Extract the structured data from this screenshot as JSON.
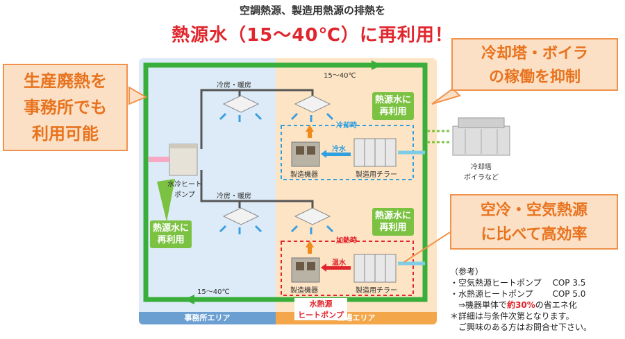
{
  "headline": {
    "sub": "空調熱源、製造用熱源の排熱を",
    "main": "熱源水（15～40℃）に再利用！"
  },
  "callouts": {
    "left": "生産廃熱を\n事務所でも\n利用可能",
    "top_right": "冷却塔・ボイラ\nの稼働を抑制",
    "mid_right": "空冷・空気熱源\nに比べて高効率"
  },
  "diagram": {
    "temp_top": "15～40℃",
    "temp_bottom": "15～40℃",
    "hvac_top": "冷房・暖房",
    "hvac_bottom": "冷房・暖房",
    "heat_pump": "水冷ヒート\nポンプ",
    "reuse_tag_top": "熱源水に\n再利用",
    "reuse_tag_bottom": "熱源水に\n再利用",
    "reuse_tag_left": "熱源水に\n再利用",
    "cooling_mode": "冷却時",
    "heating_mode": "加熱時",
    "cold_water": "冷水",
    "hot_water": "温水",
    "mfg_equip_top": "製造機器",
    "mfg_equip_bottom": "製造機器",
    "chiller_top": "製造用チラー",
    "chiller_bottom": "製造用チラー",
    "tower": "冷却塔\nボイラなど",
    "water_hp": "水熱源\nヒートポンプ",
    "office_area": "事務所エリア",
    "factory_area": "工場エリア"
  },
  "reference": {
    "title": "（参考）",
    "line1": "・空気熱源ヒートポンプ　 COP 3.5",
    "line2": "・水熱源ヒートポンプ　　 COP 5.0",
    "line3_pre": "　⇒機器単体で",
    "line3_red": "約30%",
    "line3_post": "の省エネ化",
    "line4": "＊詳細は与条件次第となります。",
    "line5": "　ご興味のある方はお問合せ下さい。"
  },
  "colors": {
    "pipe_green": "#3aae3a",
    "pipe_gray": "#555555",
    "callout_orange": "#f0924b",
    "headline_red": "#e0262d",
    "cool_blue": "#2f9fe0",
    "heat_red": "#e0262d"
  }
}
